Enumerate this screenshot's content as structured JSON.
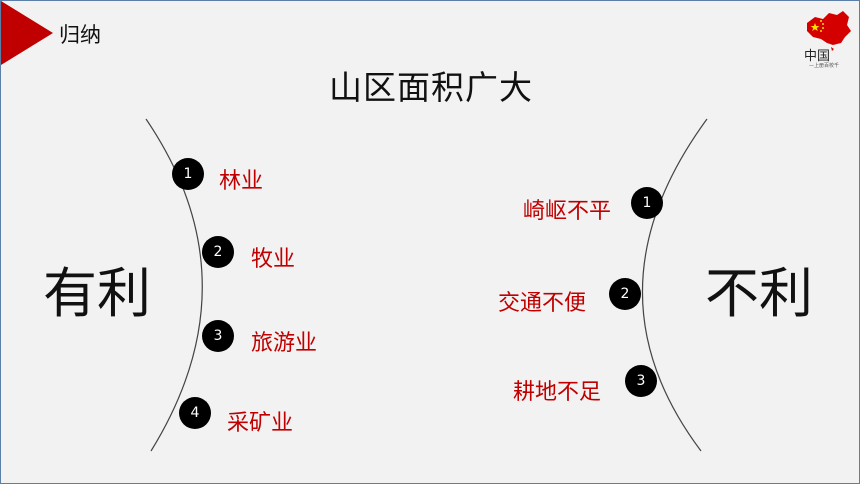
{
  "header": {
    "section_label": "归纳",
    "logo_text": "中国",
    "logo_sub": "—上册百校千"
  },
  "title": "山区面积广大",
  "left": {
    "heading": "有利",
    "items": [
      {
        "num": "1",
        "label": "林业"
      },
      {
        "num": "2",
        "label": "牧业"
      },
      {
        "num": "3",
        "label": "旅游业"
      },
      {
        "num": "4",
        "label": "采矿业"
      }
    ]
  },
  "right": {
    "heading": "不利",
    "items": [
      {
        "num": "1",
        "label": "崎岖不平"
      },
      {
        "num": "2",
        "label": "交通不便"
      },
      {
        "num": "3",
        "label": "耕地不足"
      }
    ]
  },
  "colors": {
    "accent": "#c00000",
    "text": "#111111",
    "background": "#f2f2f2"
  }
}
